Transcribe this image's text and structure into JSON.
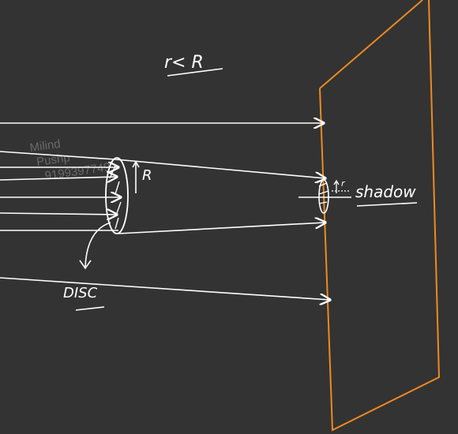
{
  "labels": {
    "condition": "r< R",
    "big_radius": "R",
    "small_radius": "r",
    "shadow": "shadow",
    "disc": "DISC"
  },
  "watermark": {
    "line1": "Milind",
    "line2": "Pushp",
    "line3": "9199397749"
  },
  "colors": {
    "background": "#333333",
    "ink": "#ffffff",
    "screen": "#ee8a1f",
    "watermark": "#6a6a6a"
  }
}
